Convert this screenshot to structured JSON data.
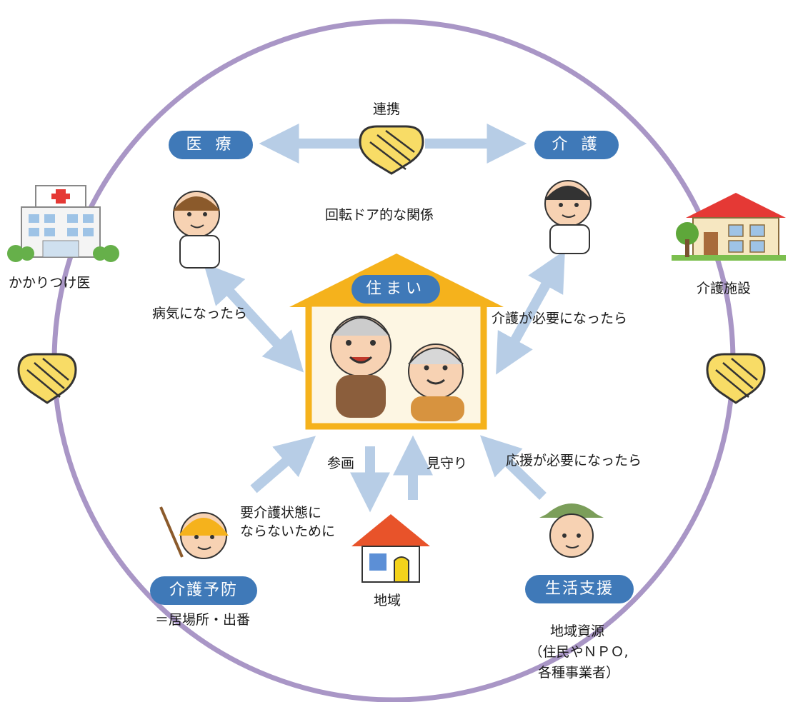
{
  "top": {
    "partnership": "連携",
    "revolving": "回転ドア的な関係"
  },
  "pills": {
    "iryo": "医 療",
    "kaigo": "介 護",
    "sumai": "住まい",
    "yobo": "介護予防",
    "seikatsu": "生活支援"
  },
  "labels": {
    "doctor": "かかりつけ医",
    "facility": "介護施設",
    "sick": "病気になったら",
    "care_needed": "介護が必要になったら",
    "participation": "参画",
    "watching": "見守り",
    "support_needed": "応援が必要になったら",
    "prevent_line1": "要介護状態に",
    "prevent_line2": "ならないために",
    "region": "地域",
    "ibasho": "＝居場所・出番",
    "resources_line1": "地域資源",
    "resources_line2": "（住民やＮＰＯ,",
    "resources_line3": "各種事業者）"
  },
  "colors": {
    "circle": "#a996c6",
    "arrow": "#b7cde6",
    "pill": "#3f79b8",
    "house_frame": "#f5b21c",
    "handshake": "#f8dc66",
    "roof": "#e8532a"
  }
}
